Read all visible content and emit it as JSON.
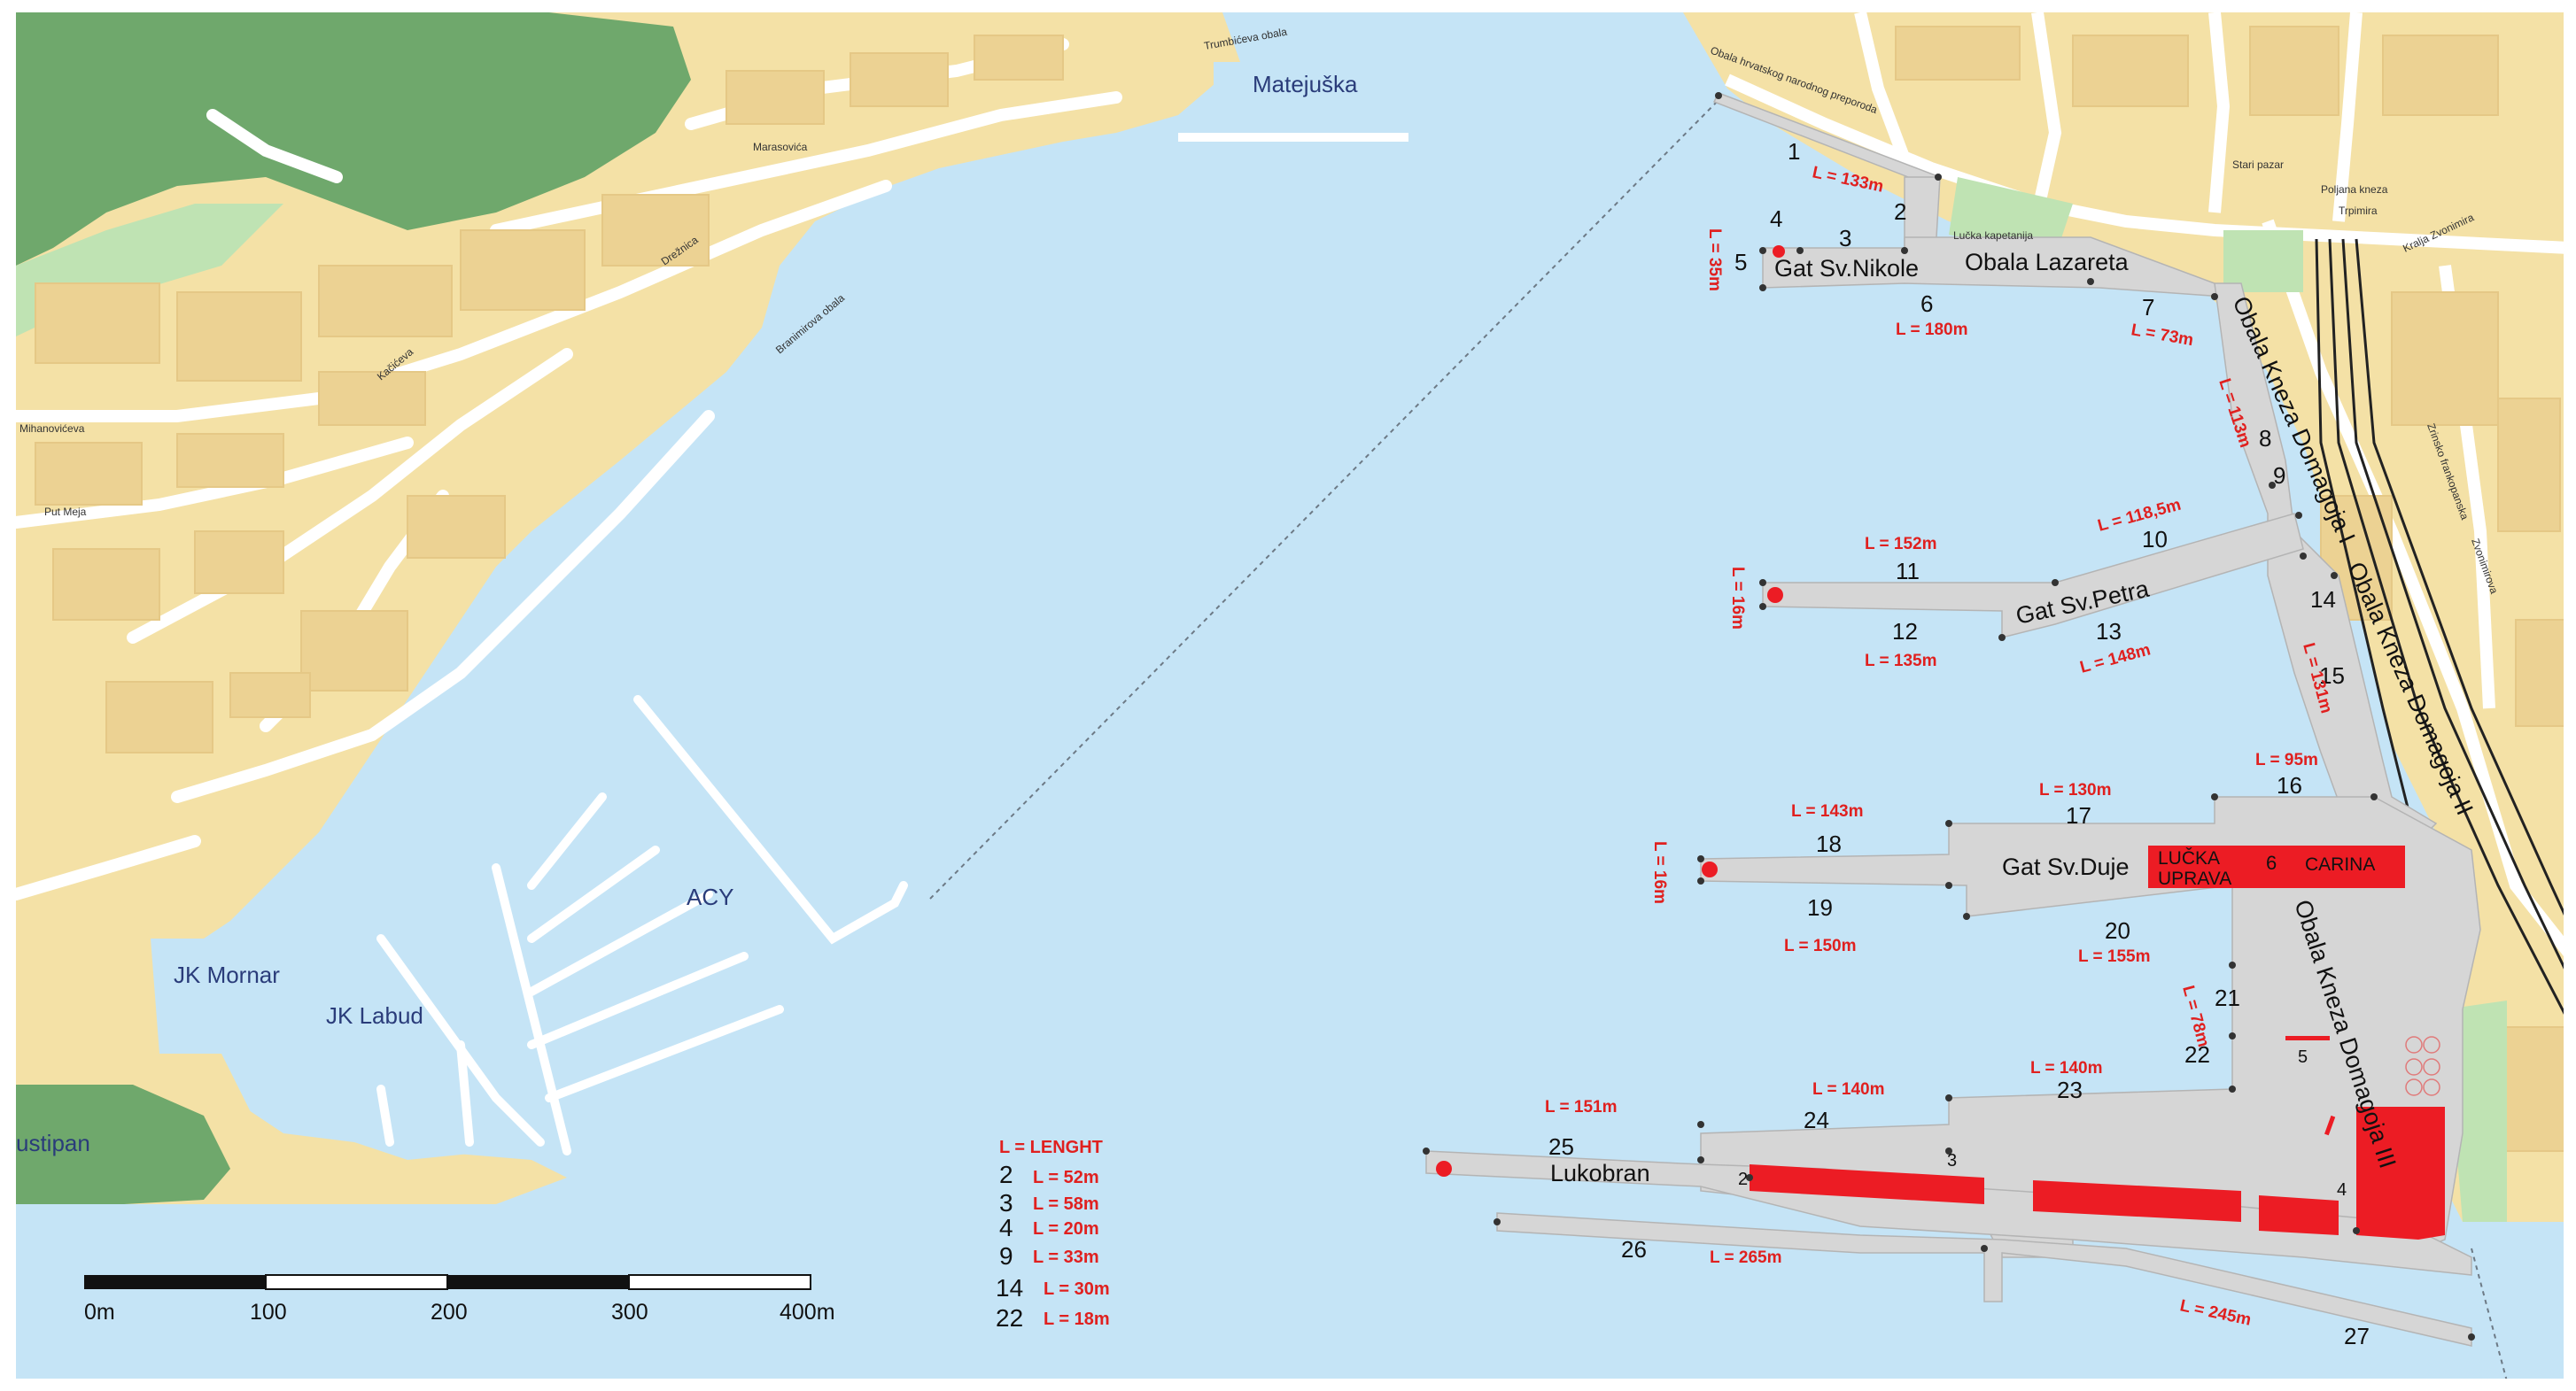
{
  "colors": {
    "sea": "#c5e4f6",
    "land": "#f4e1a6",
    "green": "#6fa86c",
    "lightgreen": "#bfe3b3",
    "road": "#ffffff",
    "pier": "#d6d6d6",
    "red": "#ec1c24",
    "text_red": "#e0201f"
  },
  "places": {
    "matejuska": "Matejuška",
    "acy": "ACY",
    "jk_mornar": "JK Mornar",
    "jk_labud": "JK Labud",
    "zvonimir_partial": "ustipan"
  },
  "piers": {
    "gat_sv_nikole": "Gat Sv.Nikole",
    "obala_lazareta": "Obala Lazareta",
    "obala_kneza_domagoja_1": "Obala Kneza Domagoja I",
    "obala_kneza_domagoja_2": "Obala Kneza Domagoja II",
    "obala_kneza_domagoja_3": "Obala Kneza Domagoja III",
    "gat_sv_petra": "Gat Sv.Petra",
    "gat_sv_duje": "Gat Sv.Duje",
    "lukobran": "Lukobran",
    "lucka_uprava_1": "LUČKA",
    "lucka_uprava_2": "UPRAVA",
    "carina": "CARINA",
    "building_num": "6"
  },
  "berths": {
    "b1": "1",
    "b2": "2",
    "b3": "3",
    "b4": "4",
    "b5": "5",
    "b6": "6",
    "b7": "7",
    "b8": "8",
    "b9": "9",
    "b10": "10",
    "b11": "11",
    "b12": "12",
    "b13": "13",
    "b14": "14",
    "b15": "15",
    "b16": "16",
    "b17": "17",
    "b18": "18",
    "b19": "19",
    "b20": "20",
    "b21": "21",
    "b22": "22",
    "b23": "23",
    "b24": "24",
    "b25": "25",
    "b26": "26",
    "b27": "27",
    "sub2": "2",
    "sub3": "3",
    "sub4": "4",
    "sub5": "5"
  },
  "lengths": {
    "l1": "L = 133m",
    "l5": "L = 35m",
    "l6": "L = 180m",
    "l7": "L = 73m",
    "l8": "L = 113m",
    "l10": "L = 118,5m",
    "l11": "L = 152m",
    "l11end": "L = 16m",
    "l12": "L = 135m",
    "l13": "L = 148m",
    "l15": "L = 131m",
    "l16": "L = 95m",
    "l17": "L = 130m",
    "l18": "L = 143m",
    "l18end": "L = 16m",
    "l19": "L = 150m",
    "l20": "L = 155m",
    "l21": "L = 78m",
    "l23": "L = 140m",
    "l24": "L = 140m",
    "l25": "L = 151m",
    "l26": "L = 265m",
    "l27": "L = 245m"
  },
  "legend": {
    "title": "L = LENGHT",
    "rows": [
      {
        "num": "2",
        "len": "L = 52m"
      },
      {
        "num": "3",
        "len": "L = 58m"
      },
      {
        "num": "4",
        "len": "L = 20m"
      },
      {
        "num": "9",
        "len": "L = 33m"
      },
      {
        "num": "14",
        "len": "L = 30m"
      },
      {
        "num": "22",
        "len": "L = 18m"
      }
    ]
  },
  "scale": {
    "labels": [
      "0m",
      "100",
      "200",
      "300",
      "400m"
    ]
  },
  "streets": {
    "s1": "Trumbićeva obala",
    "s2": "Marasovića",
    "s3": "Obala hrvatskog narodnog preporoda",
    "s4": "Stari pazar",
    "s5": "Poljana kneza",
    "s6": "Trpimira",
    "s7": "Lučka kapetanija",
    "s8": "Mihanovićeva",
    "s9": "Put Meja",
    "s10": "Drežnica",
    "s11": "Branimirova obala",
    "s12": "Kačićeva",
    "s13": "Zrinsko frankopanska",
    "s14": "Zvonimirova",
    "s15": "Kralja Zvonimira"
  }
}
